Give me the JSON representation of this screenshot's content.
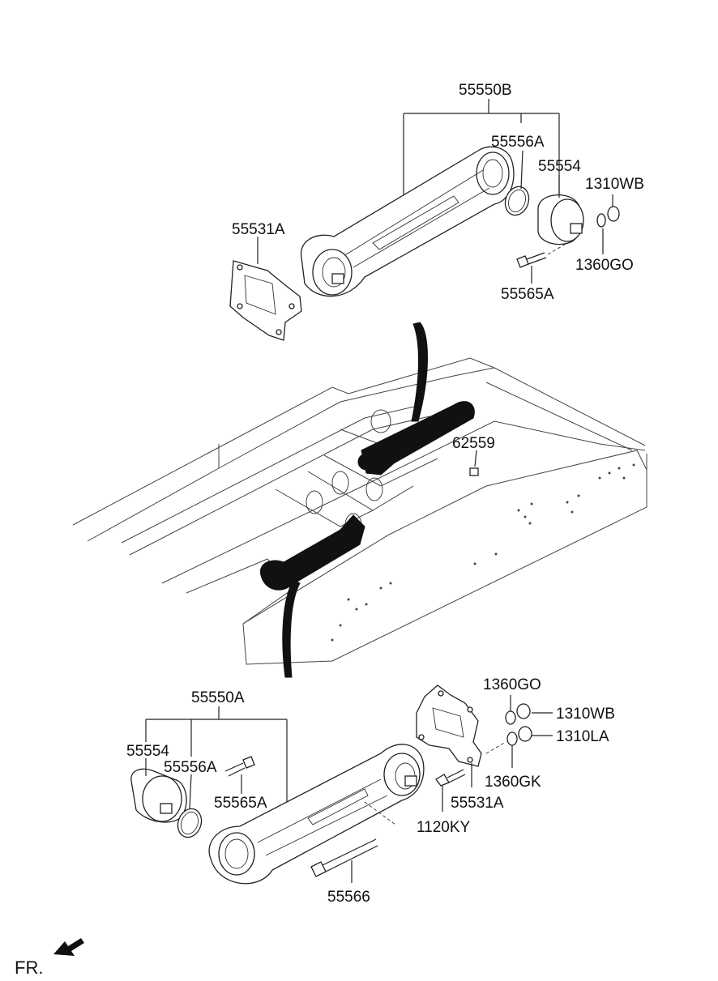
{
  "diagram": {
    "colors": {
      "line": "#222222",
      "fill": "#ffffff",
      "mount": "#111111"
    },
    "upper": {
      "assembly": "55550B",
      "ring": "55556A",
      "bushing": "55554",
      "nut": "1310WB",
      "bracket": "55531A",
      "washer": "1360GO",
      "bolt": "55565A"
    },
    "center": {
      "nut": "62559"
    },
    "lower": {
      "assembly": "55550A",
      "bushing": "55554",
      "ring": "55556A",
      "bolt": "55565A",
      "washer_go": "1360GO",
      "nut_wb": "1310WB",
      "nut_la": "1310LA",
      "washer_gk": "1360GK",
      "bracket": "55531A",
      "bolt_ky": "1120KY",
      "long_bolt": "55566"
    },
    "front_label": "FR."
  }
}
